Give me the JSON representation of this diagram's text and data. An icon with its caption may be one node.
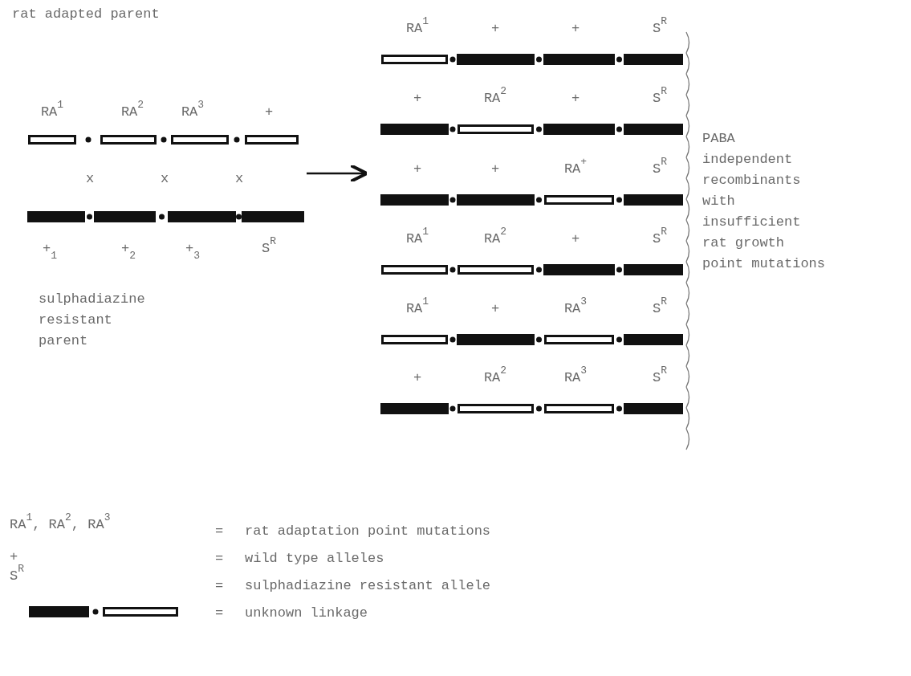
{
  "diagram": {
    "labels": [
      "rat adapted parent",
      "RA$^{1}$",
      "RA$^{2}$",
      "RA$^{3}$",
      "+",
      "x",
      "x",
      "x",
      "+$_{1}$",
      "+$_{2}$",
      "+$_{3}$",
      "S$^{R}$",
      "sulphadiazine resistant parent",
      "RA$^{1}$",
      "+",
      "+",
      "S$^{R}$",
      "+",
      "RA$^{2}$",
      "+",
      "S$^{R}$",
      "+",
      "+",
      "RA$^{+}$",
      "S$^{R}$",
      "RA$^{1}$",
      "RA$^{2}$",
      "+",
      "S$^{R}$",
      "RA$^{1}$",
      "+",
      "RA$^{3}$",
      "S$^{R}$",
      "+",
      "RA$^{2}$",
      "RA$^{3}$",
      "S$^{R}$",
      "PABA independent recombinants with insufficient rat growth point mutations",
      "RA$^{1}$, RA$^{2}$, RA$^{3}$",
      "=",
      "+",
      "=",
      "S$^{R}$",
      "=",
      "="
    ],
    "legend": [
      {
        "text": "rat adaptation point mutations"
      },
      {
        "text": "wild type alleles"
      },
      {
        "text": "sulphadiazine resistant allele"
      },
      {
        "text": "unknown linkage"
      }
    ]
  }
}
